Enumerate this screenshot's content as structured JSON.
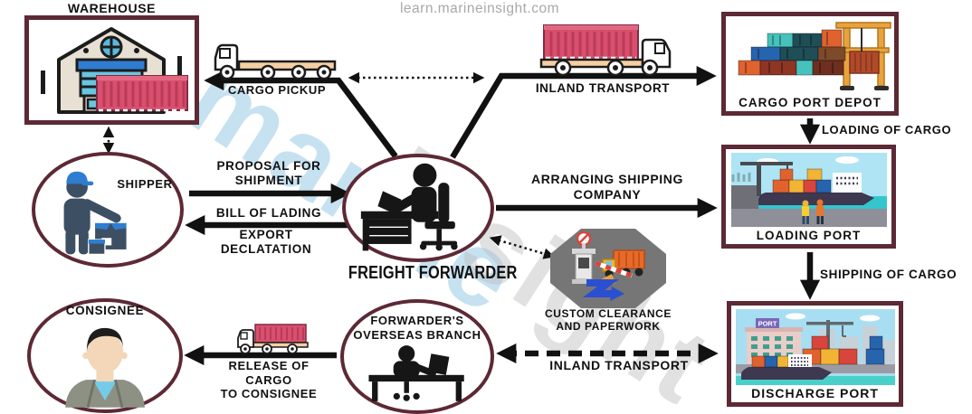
{
  "site": {
    "watermark_url": "learn.marineinsight.com",
    "watermark_word1": "marine",
    "watermark_word2": "insight"
  },
  "nodes": {
    "warehouse": {
      "label": "WAREHOUSE"
    },
    "cargo_port_depot": {
      "label": "CARGO PORT DEPOT"
    },
    "loading_port": {
      "label": "LOADING PORT"
    },
    "discharge_port": {
      "label": "DISCHARGE PORT",
      "building_sign": "PORT"
    },
    "shipper": {
      "label": "SHIPPER"
    },
    "freight_forwarder": {
      "label": "FREIGHT FORWARDER"
    },
    "custom_clearance": {
      "line1": "CUSTOM CLEARANCE",
      "line2": "AND PAPERWORK"
    },
    "consignee": {
      "label": "CONSIGNEE"
    },
    "forwarders_overseas_branch": {
      "line1": "FORWARDER'S",
      "line2": "OVERSEAS BRANCH"
    }
  },
  "edges": {
    "cargo_pickup": {
      "label": "CARGO PICKUP"
    },
    "inland_transport_top": {
      "label": "INLAND TRANSPORT"
    },
    "loading_of_cargo": {
      "label": "LOADING OF CARGO"
    },
    "shipping_of_cargo": {
      "label": "SHIPPING OF CARGO"
    },
    "proposal_for_shipment": {
      "line1": "PROPOSAL FOR",
      "line2": "SHIPMENT"
    },
    "bill_of_lading": {
      "label": "BILL OF LADING"
    },
    "export_declaration": {
      "line1": "EXPORT",
      "line2": "DECLATATION"
    },
    "arranging_shipping_company": {
      "line1": "ARRANGING SHIPPING",
      "line2": "COMPANY"
    },
    "release_of_cargo": {
      "line1": "RELEASE OF CARGO",
      "line2": "TO CONSIGNEE"
    },
    "inland_transport_bottom": {
      "label": "INLAND TRANSPORT"
    }
  },
  "colors": {
    "frame_border": "#5c2935",
    "arrow_black": "#111111",
    "container_pink": "#d94f6e",
    "accent_blue": "#2e7dd1",
    "truck_bed_peach": "#f6d0a4",
    "customs_gray": "#767676",
    "crane_yellow": "#e8a33c",
    "watermark_blue": "#8ec6e4",
    "watermark_gray": "#bcbcbc"
  },
  "icons": {
    "warehouse_icon": "warehouse building with pink shipping container",
    "flatbed_truck_icon": "empty flatbed truck facing left",
    "container_truck_icon": "truck with pink container facing right",
    "port_depot_icon": "stacked containers with gantry crane",
    "loading_port_icon": "container ship being loaded at port",
    "discharge_port_icon": "port with PORT building, crane, containers and ship",
    "shipper_icon": "person with cap next to cargo boxes",
    "freight_forwarder_icon": "silhouette of person working at desk with laptop",
    "customs_checkpoint_icon": "customs gate with barrier and truck",
    "consignee_icon": "businessman avatar in grey suit",
    "overseas_branch_icon": "silhouette of clerk at desk with laptop",
    "small_truck_icon": "small pink container truck facing left"
  }
}
